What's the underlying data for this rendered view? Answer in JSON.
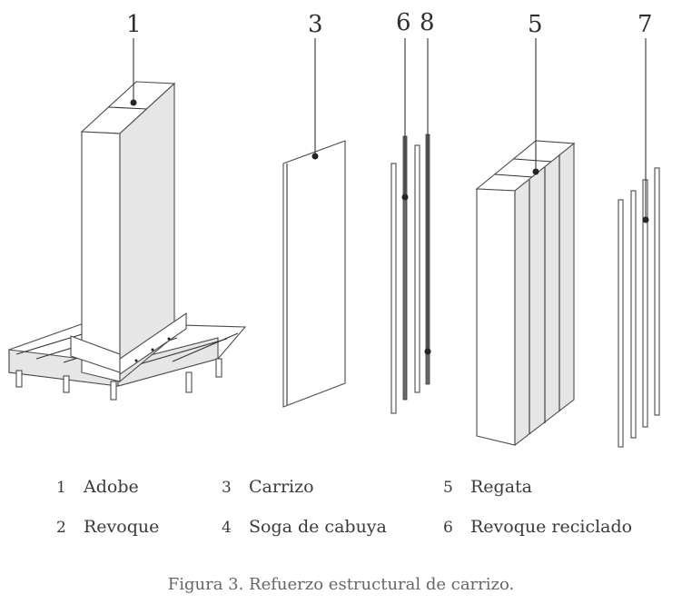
{
  "callouts": {
    "c1": "1",
    "c3": "3",
    "c6": "6",
    "c8": "8",
    "c5": "5",
    "c7": "7"
  },
  "legend": [
    {
      "num": "1",
      "label": "Adobe"
    },
    {
      "num": "2",
      "label": "Revoque"
    },
    {
      "num": "3",
      "label": "Carrizo"
    },
    {
      "num": "4",
      "label": "Soga de cabuya"
    },
    {
      "num": "5",
      "label": "Regata"
    },
    {
      "num": "6",
      "label": "Revoque reciclado"
    }
  ],
  "caption": "Figura 3. Refuerzo estructural de carrizo."
}
